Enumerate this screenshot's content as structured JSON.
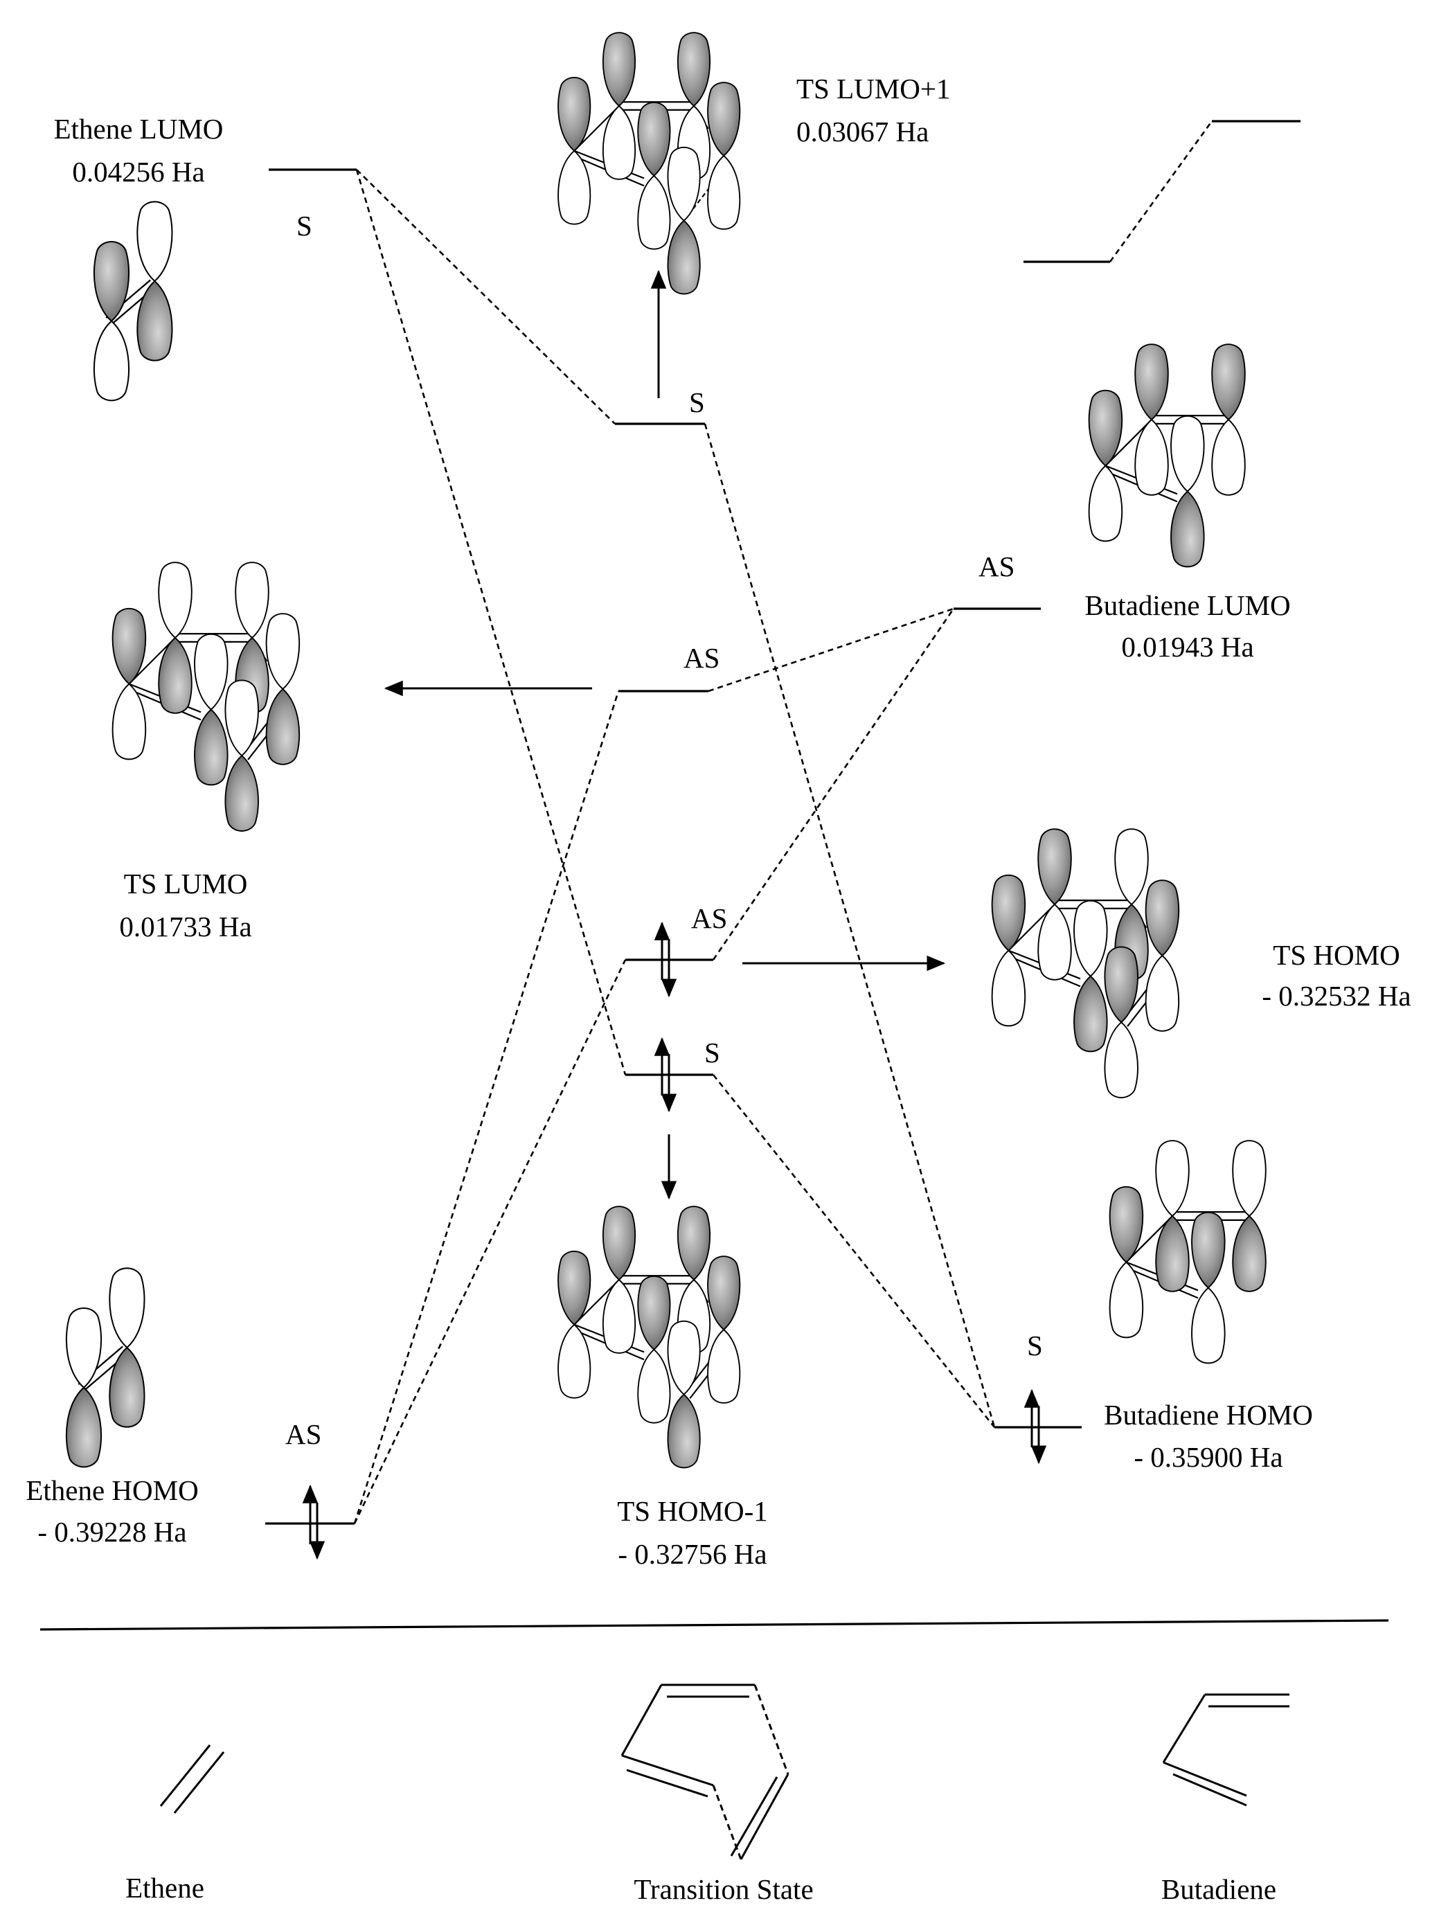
{
  "colors": {
    "ink": "#000000",
    "lobe_shade": "#8a8a8a",
    "background": "#ffffff"
  },
  "orbitals": {
    "ethene_lumo": {
      "name": "Ethene LUMO",
      "energy": "0.04256 Ha",
      "symmetry": "S"
    },
    "ethene_homo": {
      "name": "Ethene HOMO",
      "energy": "- 0.39228 Ha",
      "symmetry": "AS"
    },
    "ts_lumo_plus1": {
      "name": "TS LUMO+1",
      "energy": "0.03067 Ha",
      "symmetry": "S"
    },
    "ts_lumo": {
      "name": "TS LUMO",
      "energy": "0.01733 Ha",
      "symmetry": "AS"
    },
    "ts_homo": {
      "name": "TS HOMO",
      "energy": "- 0.32532 Ha",
      "symmetry": "AS"
    },
    "ts_homo_minus1": {
      "name": "TS HOMO-1",
      "energy": "- 0.32756 Ha",
      "symmetry": "S"
    },
    "butadiene_lumo": {
      "name": "Butadiene LUMO",
      "energy": "0.01943 Ha",
      "symmetry": "AS"
    },
    "butadiene_homo": {
      "name": "Butadiene HOMO",
      "energy": "- 0.35900 Ha",
      "symmetry": "S"
    }
  },
  "structures": {
    "ethene": "Ethene",
    "transition_state": "Transition State",
    "butadiene": "Butadiene"
  }
}
